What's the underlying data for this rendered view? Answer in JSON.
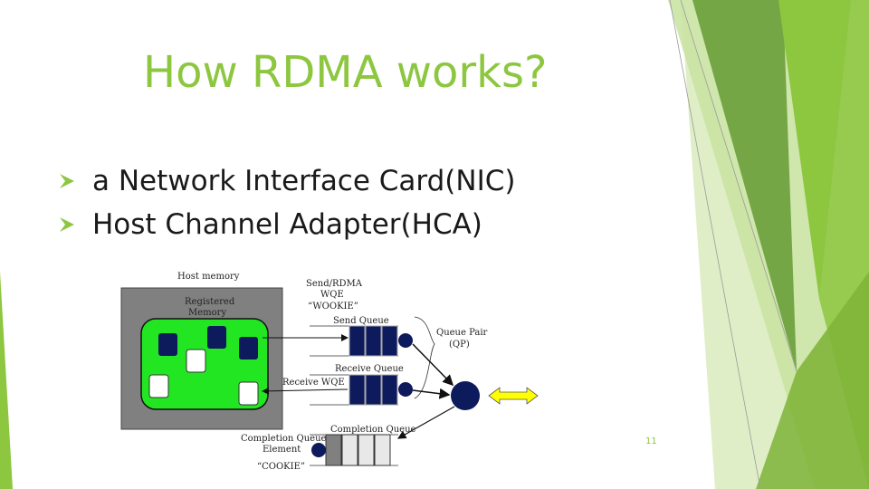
{
  "slide": {
    "title": "How RDMA works?",
    "bullets": [
      "a Network Interface Card(NIC)",
      "Host Channel Adapter(HCA)"
    ],
    "page_number": "11"
  },
  "diagram": {
    "host_memory": "Host memory",
    "registered_memory": [
      "Registered",
      "Memory"
    ],
    "send_wqe": [
      "Send/RDMA",
      "WQE",
      "“WOOKIE”"
    ],
    "send_queue": "Send Queue",
    "receive_queue": "Receive Queue",
    "receive_wqe": "Receive WQE",
    "queue_pair": [
      "Queue Pair",
      "(QP)"
    ],
    "completion_queue": "Completion Queue",
    "completion_element": [
      "Completion Queue",
      "Element"
    ],
    "cookie": "“COOKIE”"
  },
  "colors": {
    "accent": "#8dc63f",
    "memory_green": "#22e622",
    "host_gray": "#808080",
    "queue_navy": "#0d1a5c",
    "arrow_yellow": "#ffff00"
  },
  "icons": {
    "bullet": "green-diamond-arrow-icon"
  }
}
